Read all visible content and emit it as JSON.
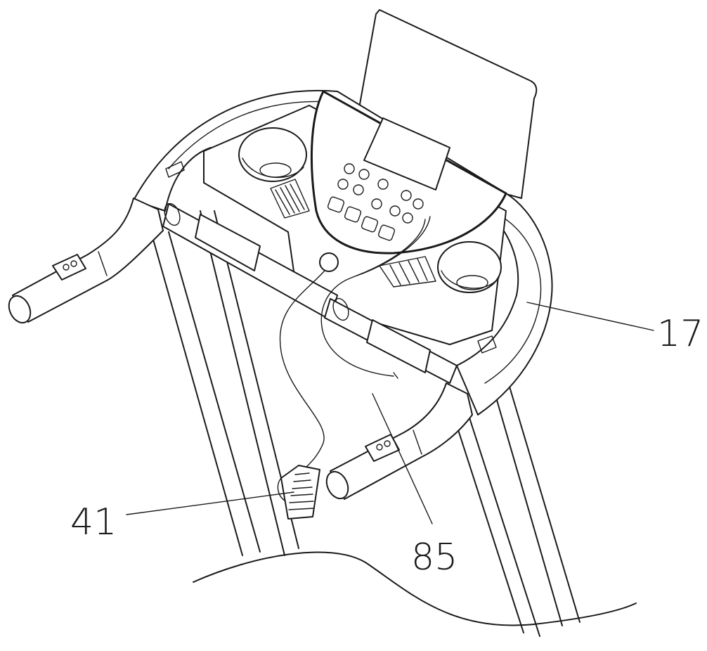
{
  "figure": {
    "labels": {
      "console": "17",
      "pedal": "41",
      "cable": "85"
    }
  },
  "colors": {
    "line": "#1a1a1a",
    "background": "#ffffff"
  }
}
